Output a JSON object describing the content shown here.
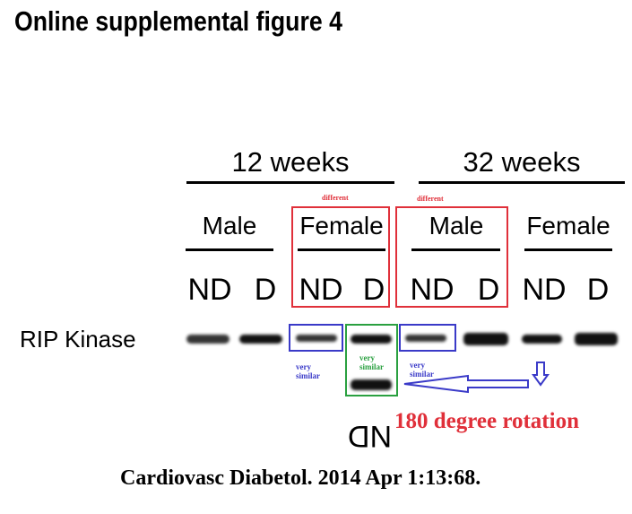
{
  "title": "Online supplemental figure 4",
  "groups": {
    "w12": "12 weeks",
    "w32": "32 weeks"
  },
  "sexes": [
    "Male",
    "Female",
    "Male",
    "Female"
  ],
  "lanes": [
    "ND",
    "D",
    "ND",
    "D",
    "ND",
    "D",
    "ND",
    "D"
  ],
  "annotations": {
    "different1": "different",
    "different2": "different",
    "similar_blue1": "very similar",
    "similar_green": "very similar",
    "similar_blue2": "very similar",
    "rotation": "180 degree rotation",
    "rotated_label": "ND"
  },
  "row_label": "RIP Kinase",
  "citation": "Cardiovasc Diabetol. 2014 Apr 1:13:68.",
  "colors": {
    "red": "#e0303a",
    "blue": "#3a3ac8",
    "green": "#2aa040"
  }
}
